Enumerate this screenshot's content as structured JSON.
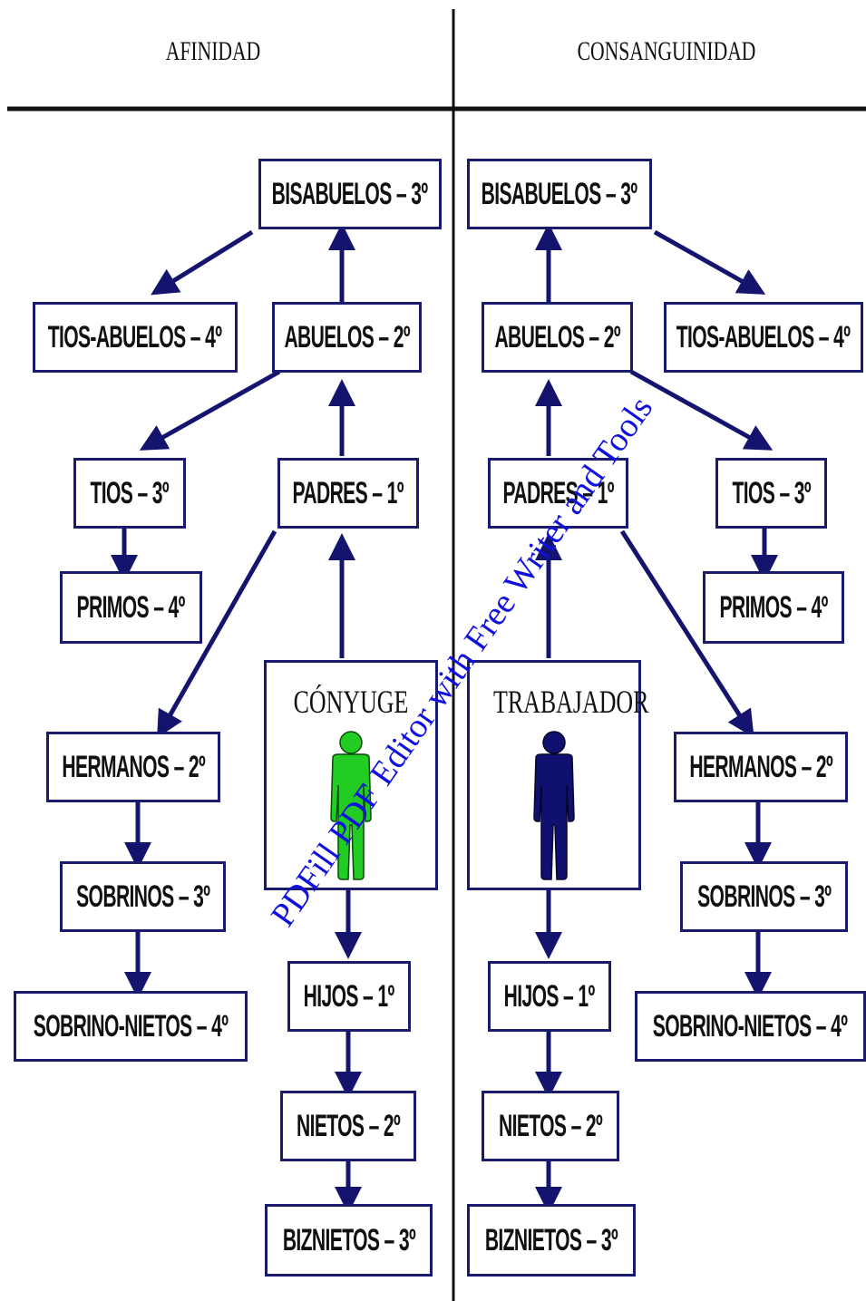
{
  "headers": {
    "left": "AFINIDAD",
    "right": "CONSANGUINIDAD"
  },
  "left": {
    "bisabuelos": "BISABUELOS – 3º",
    "tios_abuelos": "TIOS-ABUELOS – 4º",
    "abuelos": "ABUELOS – 2º",
    "tios": "TIOS – 3º",
    "padres": "PADRES – 1º",
    "primos": "PRIMOS – 4º",
    "center": "CÓNYUGE",
    "hermanos": "HERMANOS – 2º",
    "sobrinos": "SOBRINOS – 3º",
    "sobrino_nietos": "SOBRINO-NIETOS – 4º",
    "hijos": "HIJOS – 1º",
    "nietos": "NIETOS – 2º",
    "biznietos": "BIZNIETOS – 3º"
  },
  "right": {
    "bisabuelos": "BISABUELOS – 3º",
    "tios_abuelos": "TIOS-ABUELOS – 4º",
    "abuelos": "ABUELOS – 2º",
    "tios": "TIOS – 3º",
    "padres": "PADRES – 1º",
    "primos": "PRIMOS – 4º",
    "center": "TRABAJADOR",
    "hermanos": "HERMANOS – 2º",
    "sobrinos": "SOBRINOS – 3º",
    "sobrino_nietos": "SOBRINO-NIETOS – 4º",
    "hijos": "HIJOS – 1º",
    "nietos": "NIETOS – 2º",
    "biznietos": "BIZNIETOS – 3º"
  },
  "icons": {
    "left_person": "person-icon",
    "right_person": "person-icon"
  },
  "colors": {
    "border": "#1a1a6e",
    "arrow": "#14146e",
    "spouse_person": "#22cc22",
    "worker_person": "#101070",
    "watermark": "#1010e0"
  },
  "watermark": "PDFill PDF Editor with Free Writer and Tools"
}
